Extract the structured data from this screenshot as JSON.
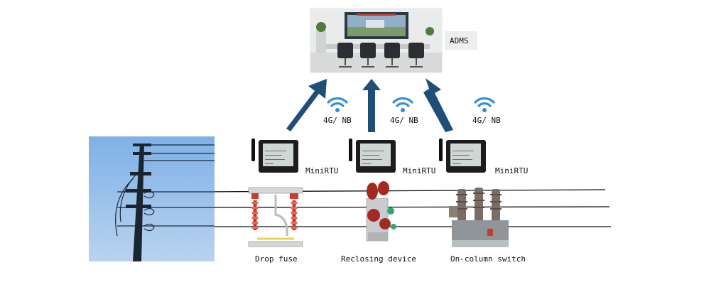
{
  "server": {
    "label": "ADMS"
  },
  "links": [
    {
      "label": "4G/ NB"
    },
    {
      "label": "4G/ NB"
    },
    {
      "label": "4G/ NB"
    }
  ],
  "rtus": [
    {
      "label": "MiniRTU"
    },
    {
      "label": "MiniRTU"
    },
    {
      "label": "MiniRTU"
    }
  ],
  "devices": [
    {
      "label": "Drop fuse"
    },
    {
      "label": "Reclosing device"
    },
    {
      "label": "On-column switch"
    }
  ],
  "colors": {
    "arrow": "#1f4e79",
    "wifi": "#2f8fd8",
    "sky": "#8fb8e8",
    "porcelain": "#c9372c",
    "line": "#111111"
  }
}
